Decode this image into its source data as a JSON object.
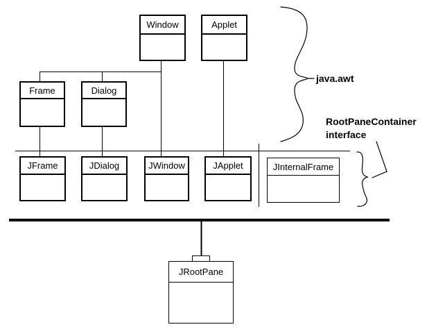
{
  "classes": {
    "window": {
      "label": "Window"
    },
    "applet": {
      "label": "Applet"
    },
    "frame": {
      "label": "Frame"
    },
    "dialog": {
      "label": "Dialog"
    },
    "jframe": {
      "label": "JFrame"
    },
    "jdialog": {
      "label": "JDialog"
    },
    "jwindow": {
      "label": "JWindow"
    },
    "japplet": {
      "label": "JApplet"
    },
    "jinternalframe": {
      "label": "JInternalFrame"
    },
    "jrootpane": {
      "label": "JRootPane"
    }
  },
  "annotations": {
    "package": "java.awt",
    "interface_name": "RootPaneContainer",
    "interface_word": "interface"
  },
  "colors": {
    "line": "#000000",
    "background": "#ffffff",
    "text": "#000000"
  }
}
